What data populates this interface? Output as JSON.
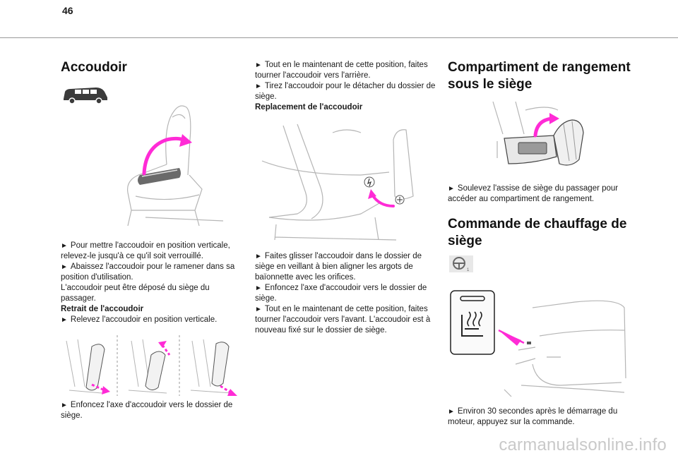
{
  "page": {
    "number": "46"
  },
  "col1": {
    "heading": "Accoudoir",
    "p1": "Pour mettre l'accoudoir en position verticale, relevez-le jusqu'à ce qu'il soit verrouillé.",
    "p2": "Abaissez l'accoudoir pour le ramener dans sa position d'utilisation.",
    "p3": "L'accoudoir peut être déposé du siège du passager.",
    "sub": "Retrait de l'accoudoir",
    "p4": "Relevez l'accoudoir en position verticale.",
    "p5": "Enfoncez l'axe d'accoudoir vers le dossier de siège."
  },
  "col2": {
    "p1": "Tout en le maintenant de cette position, faites tourner l'accoudoir vers l'arrière.",
    "p2": "Tirez l'accoudoir pour le détacher du dossier de siège.",
    "sub": "Replacement de l'accoudoir",
    "p3": "Faites glisser l'accoudoir dans le dossier de siège en veillant à bien aligner les argots de baïonnette avec les orifices.",
    "p4": "Enfoncez l'axe d'accoudoir vers le dossier de siège.",
    "p5": "Tout en le maintenant de cette position, faites tourner l'accoudoir vers l'avant. L'accoudoir est à nouveau fixé sur le dossier de siège."
  },
  "col3": {
    "heading1": "Compartiment de rangement sous le siège",
    "p1": "Soulevez l'assise de siège du passager pour accéder au compartiment de rangement.",
    "heading2": "Commande de chauffage de siège",
    "p2": "Environ 30 secondes après le démarrage du moteur, appuyez sur la commande."
  },
  "bullet": "►",
  "watermark": "carmanualsonline.info",
  "colors": {
    "accent": "#ff2bd6",
    "line": "#b5b5b5"
  },
  "icons": [
    "van-icon",
    "steering-wheel-icon",
    "seat-heater-icon"
  ]
}
